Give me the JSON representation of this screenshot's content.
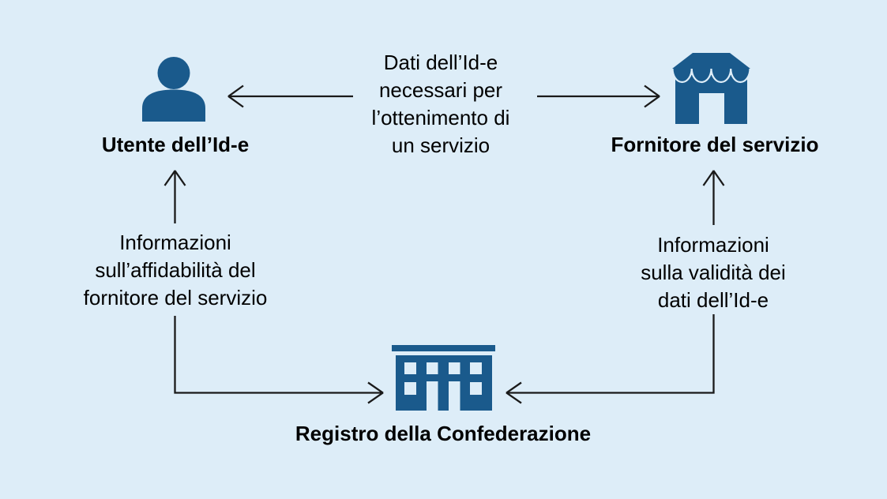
{
  "colors": {
    "background": "#ddedf8",
    "icon": "#1a5a8c",
    "text": "#000000",
    "arrow": "#1a1a1a"
  },
  "nodes": {
    "user": {
      "label": "Utente dell’Id-e",
      "icon": "person-icon"
    },
    "provider": {
      "label": "Fornitore del servizio",
      "icon": "storefront-icon"
    },
    "registry": {
      "label": "Registro della Confederazione",
      "icon": "government-building-icon"
    }
  },
  "annotations": {
    "center": "Dati dell’Id-e\nnecessari per\nl’ottenimento di\nun servizio",
    "left": "Informazioni\nsull’affidabilità del\nfornitore del servizio",
    "right": "Informazioni\nsulla validità dei\ndati dell’Id-e"
  }
}
